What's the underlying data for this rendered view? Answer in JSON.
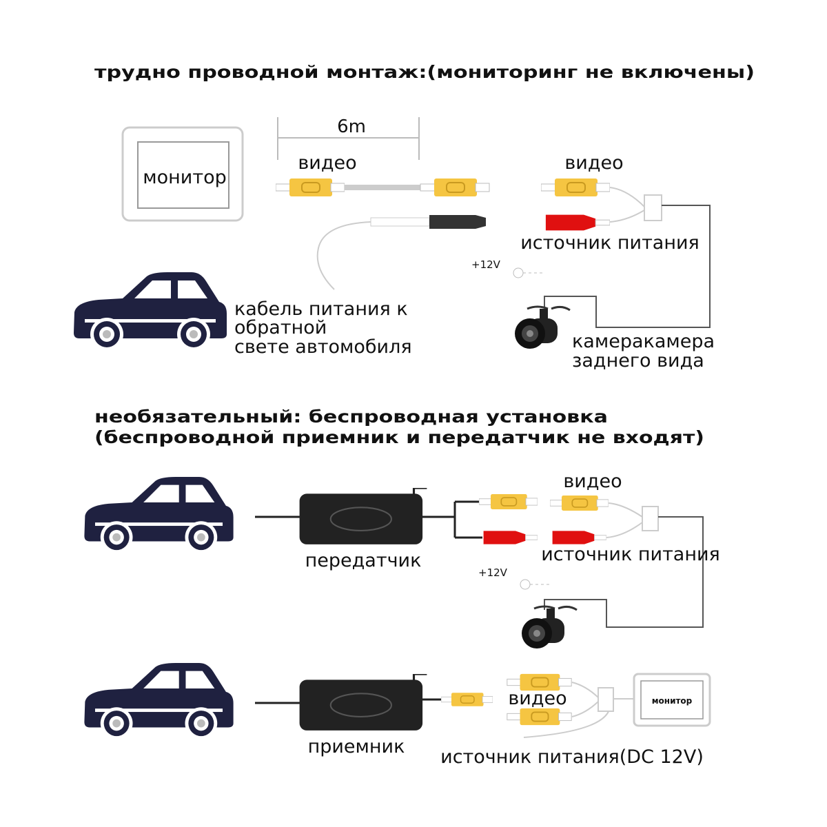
{
  "section1": {
    "title": "трудно проводной монтаж:(мониторинг не включены)",
    "monitor_label": "монитор",
    "cable_length": "6m",
    "video_label_cable": "видео",
    "video_label_camera": "видео",
    "power_label": "источник питания",
    "voltage": "+12V",
    "power_cable_lines": [
      "кабель питания к",
      "обратной",
      "свете автомобиля"
    ],
    "camera_lines": [
      "камеракамера",
      "заднего вида"
    ]
  },
  "section2": {
    "title_lines": [
      "необязательный: беспроводная установка",
      "(беспроводной приемник и передатчик не входят)"
    ],
    "transmitter_label": "передатчик",
    "video_label": "видео",
    "power_label": "источник питания",
    "voltage": "+12V",
    "receiver_label": "приемник",
    "receiver_video_label": "видео",
    "monitor_label": "монитор",
    "receiver_power_label": "источник питания(DC 12V)"
  },
  "colors": {
    "rca_yellow": "#f5c542",
    "power_red": "#e01010",
    "car_navy": "#1f2140"
  }
}
